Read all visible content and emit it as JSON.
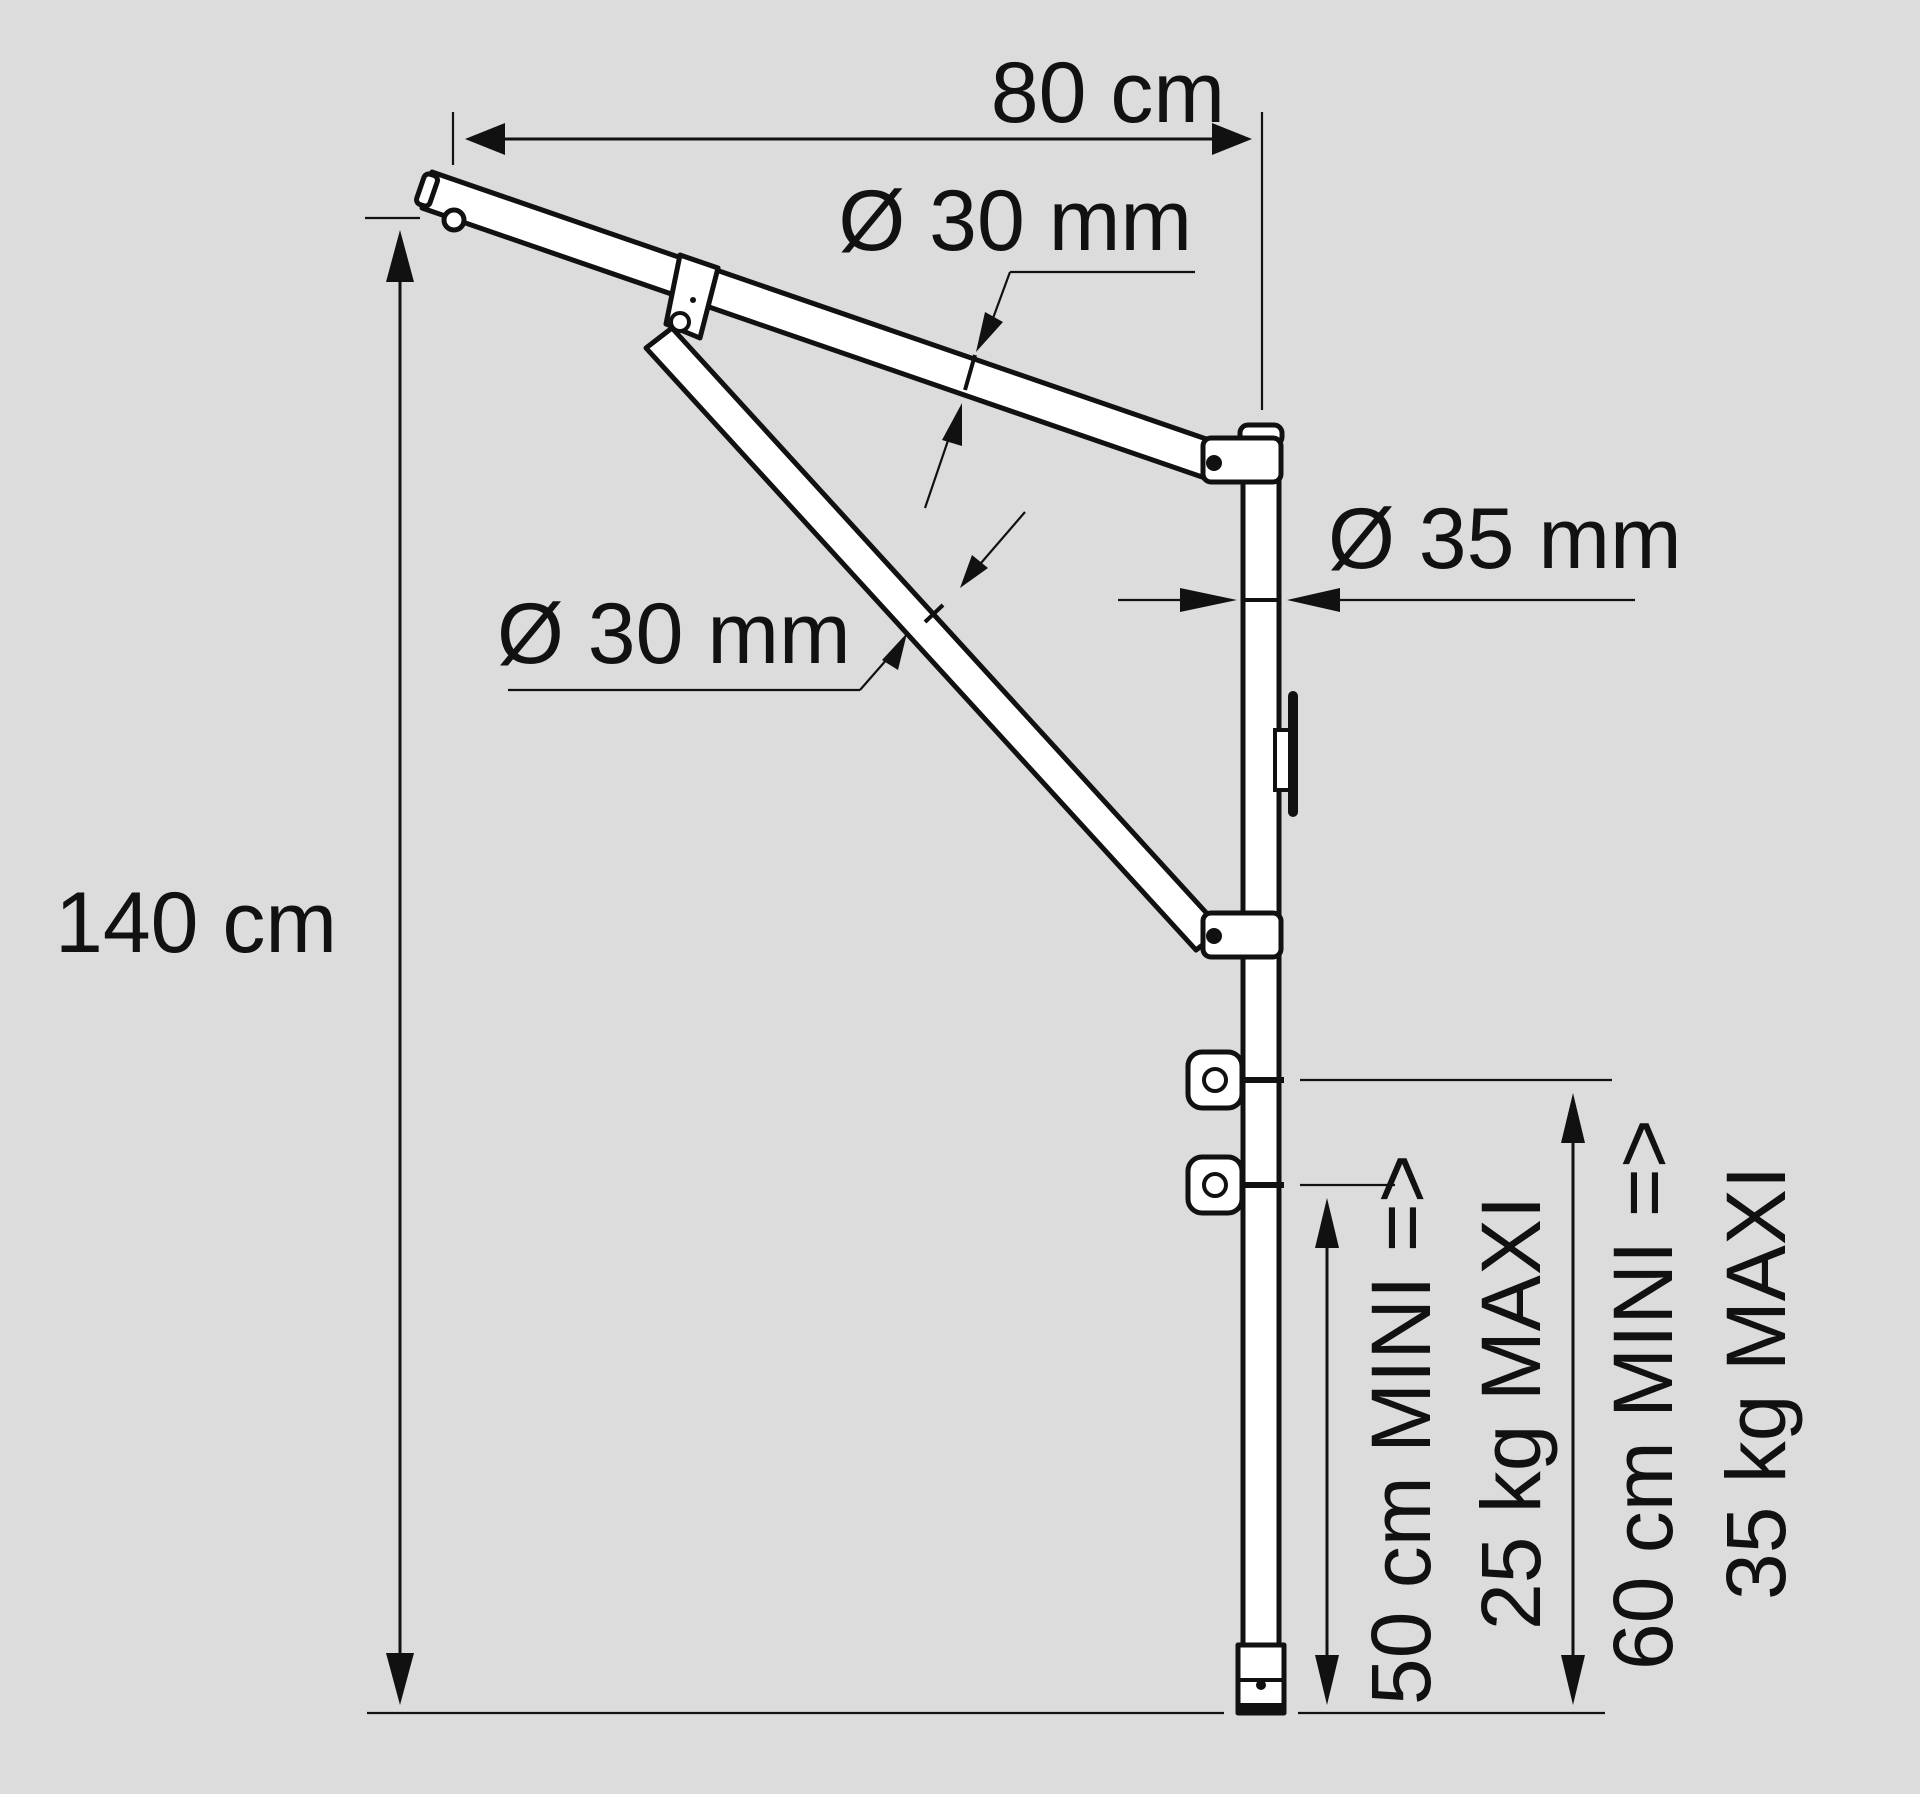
{
  "diagram": {
    "type": "technical-dimension-drawing",
    "subject": "wall-mounted swing arm bracket",
    "background": "#dcdcdc",
    "line_color": "#111111",
    "labels": {
      "arm_reach": "80 cm",
      "top_arm_diameter": "Ø 30 mm",
      "brace_diameter": "Ø 30 mm",
      "post_diameter": "Ø 35 mm",
      "total_height": "140 cm",
      "mini_spec_line1": "50 cm MINI =>",
      "mini_spec_line2": "25 kg MAXI",
      "maxi_spec_line1": "60 cm MINI =>",
      "maxi_spec_line2": "35 kg MAXI"
    }
  }
}
